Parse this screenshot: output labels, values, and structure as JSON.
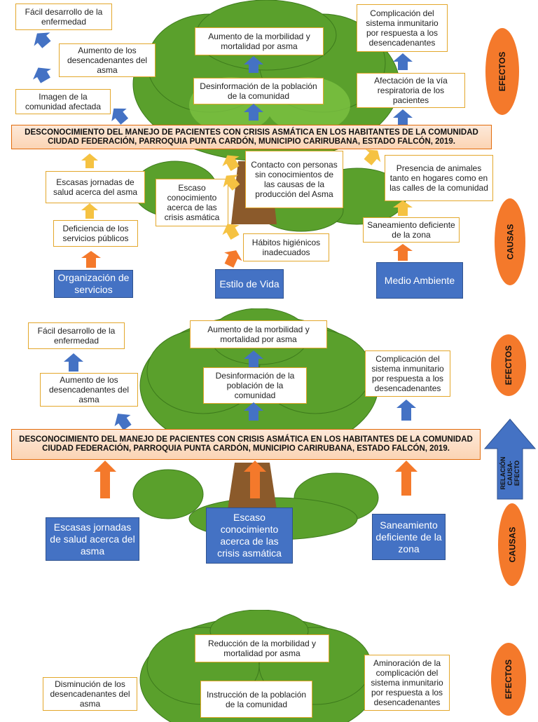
{
  "colors": {
    "effect_border": "#e3a72b",
    "cause_fill": "#4472c4",
    "problem_fill": "#fbd4b4",
    "oval": "#f4792b",
    "arrow_blue": "#4472c4",
    "arrow_yellow": "#f5c242",
    "arrow_orange": "#f4792b",
    "leaf": "#5aa02c"
  },
  "tree1": {
    "effects": [
      "Fácil desarrollo de la enfermedad",
      "Aumento de los desencadenantes del asma",
      "Imagen de la comunidad afectada",
      "Aumento de la  morbilidad y mortalidad por asma",
      "Desinformación de la población de la comunidad",
      "Complicación del sistema inmunitario por respuesta a los desencadenantes",
      "Afectación de la vía respiratoria de los pacientes"
    ],
    "problem": "DESCONOCIMIENTO DEL MANEJO DE PACIENTES CON CRISIS ASMÁTICA  EN LOS HABITANTES DE LA COMUNIDAD CIUDAD  FEDERACIÓN,  PARROQUIA PUNTA CARDÓN,    MUNICIPIO CARIRUBANA, ESTADO FALCÓN, 2019.",
    "subcauses": [
      "Escasas jornadas de salud acerca del asma",
      "Deficiencia de los servicios públicos",
      "Escaso conocimiento acerca de las crisis asmática",
      "Contacto con personas sin conocimientos de las causas de la producción del Asma",
      "Hábitos higiénicos inadecuados",
      "Presencia de animales tanto en hogares como en las calles de la comunidad",
      "Saneamiento deficiente de la zona"
    ],
    "causes": [
      "Organización de servicios",
      "Estilo de Vida",
      "Medio Ambiente"
    ],
    "label_effects": "EFECTOS",
    "label_causes": "CAUSAS"
  },
  "tree2": {
    "effects": [
      "Fácil desarrollo de la enfermedad",
      "Aumento de los desencadenantes del asma",
      "Aumento de la  morbilidad y mortalidad por asma",
      "Desinformación de la población de la comunidad",
      "Complicación del sistema inmunitario por respuesta a los desencadenantes"
    ],
    "problem": "DESCONOCIMIENTO DEL MANEJO DE PACIENTES CON CRISIS ASMÁTICA  EN LOS HABITANTES DE LA COMUNIDAD CIUDAD  FEDERACIÓN,  PARROQUIA PUNTA CARDÓN,    MUNICIPIO CARIRUBANA, ESTADO FALCÓN, 2019.",
    "causes": [
      "Escasas jornadas de salud acerca del asma",
      "Escaso conocimiento acerca de las crisis asmática",
      "Saneamiento deficiente de la zona"
    ],
    "label_effects": "EFECTOS",
    "label_causes": "CAUSAS",
    "relation": "RELACIÓN CAUSA-EFECTO"
  },
  "tree3": {
    "effects": [
      "Reducción de la  morbilidad y mortalidad por asma",
      "Aminoración de la complicación del sistema inmunitario por respuesta a los desencadenantes",
      "Disminución de los desencadenantes del asma",
      "Instrucción de la población de la comunidad"
    ],
    "label_effects": "EFECTOS"
  }
}
